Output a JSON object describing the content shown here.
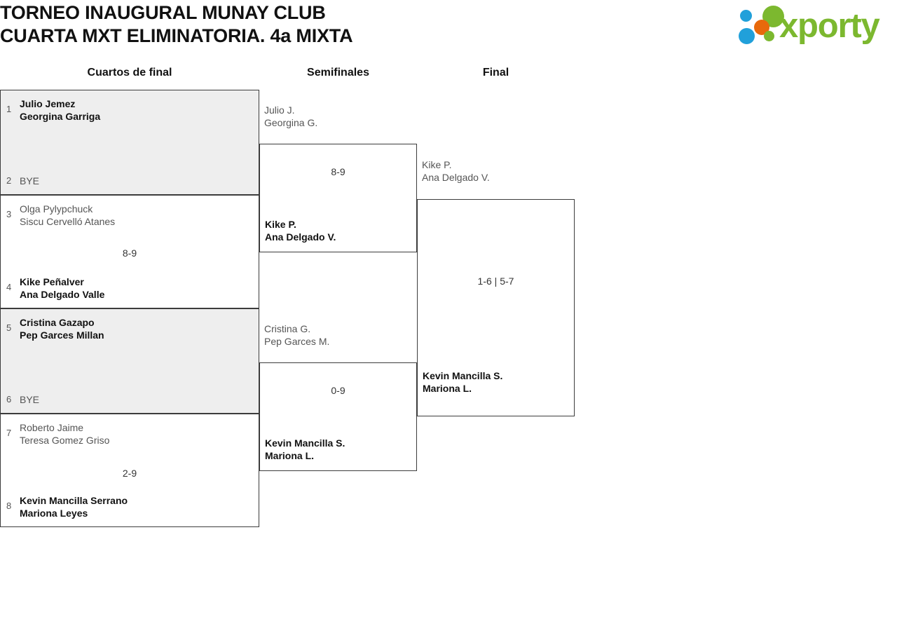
{
  "header": {
    "title_line1": "TORNEO INAUGURAL MUNAY CLUB",
    "title_line2": "CUARTA MXT ELIMINATORIA. 4a MIXTA",
    "logo_word": "xporty",
    "logo_colors": {
      "green": "#7cb82f",
      "blue": "#21a0da",
      "orange": "#e8690b"
    }
  },
  "rounds": [
    {
      "label": "Cuartos de final"
    },
    {
      "label": "Semifinales"
    },
    {
      "label": "Final"
    }
  ],
  "bracket": {
    "round1": [
      {
        "shaded": true,
        "score": "",
        "top": {
          "seed": "1",
          "line1": "Julio Jemez",
          "line2": "Georgina Garriga",
          "winner": true
        },
        "bottom": {
          "seed": "2",
          "line1": "BYE",
          "line2": "",
          "winner": false
        }
      },
      {
        "shaded": false,
        "score": "8-9",
        "top": {
          "seed": "3",
          "line1": "Olga Pylypchuck",
          "line2": "Siscu Cervelló Atanes",
          "winner": false
        },
        "bottom": {
          "seed": "4",
          "line1": "Kike Peñalver",
          "line2": "Ana Delgado Valle",
          "winner": true
        }
      },
      {
        "shaded": true,
        "score": "",
        "top": {
          "seed": "5",
          "line1": "Cristina Gazapo",
          "line2": "Pep Garces Millan",
          "winner": true
        },
        "bottom": {
          "seed": "6",
          "line1": "BYE",
          "line2": "",
          "winner": false
        }
      },
      {
        "shaded": false,
        "score": "2-9",
        "top": {
          "seed": "7",
          "line1": "Roberto Jaime",
          "line2": "Teresa Gomez Griso",
          "winner": false
        },
        "bottom": {
          "seed": "8",
          "line1": "Kevin Mancilla Serrano",
          "line2": "Mariona Leyes",
          "winner": true
        }
      }
    ],
    "round2": [
      {
        "score": "8-9",
        "top": {
          "line1": "Julio J.",
          "line2": "Georgina G.",
          "winner": false
        },
        "bottom": {
          "line1": "Kike P.",
          "line2": "Ana Delgado V.",
          "winner": true
        }
      },
      {
        "score": "0-9",
        "top": {
          "line1": "Cristina G.",
          "line2": "Pep Garces M.",
          "winner": false
        },
        "bottom": {
          "line1": "Kevin Mancilla S.",
          "line2": "Mariona L.",
          "winner": true
        }
      }
    ],
    "round3": [
      {
        "score": "1-6 | 5-7",
        "top": {
          "line1": "Kike P.",
          "line2": "Ana Delgado V.",
          "winner": false
        },
        "bottom": {
          "line1": "Kevin Mancilla S.",
          "line2": "Mariona L.",
          "winner": true
        }
      }
    ]
  }
}
